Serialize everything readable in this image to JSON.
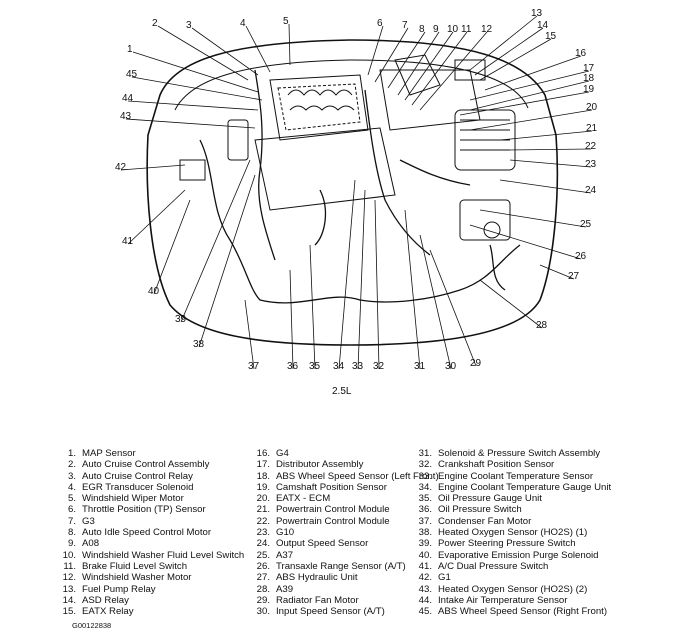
{
  "caption": "2.5L",
  "figure_id": "G00122838",
  "callouts": [
    "1",
    "2",
    "3",
    "4",
    "5",
    "6",
    "7",
    "8",
    "9",
    "10",
    "11",
    "12",
    "13",
    "14",
    "15",
    "16",
    "17",
    "18",
    "19",
    "20",
    "21",
    "22",
    "23",
    "24",
    "25",
    "26",
    "27",
    "28",
    "29",
    "30",
    "31",
    "32",
    "33",
    "34",
    "35",
    "36",
    "37",
    "38",
    "39",
    "40",
    "41",
    "42",
    "43",
    "44",
    "45"
  ],
  "legend": {
    "col1": [
      {
        "num": "1.",
        "label": "MAP Sensor"
      },
      {
        "num": "2.",
        "label": "Auto Cruise Control Assembly"
      },
      {
        "num": "3.",
        "label": "Auto Cruise Control Relay"
      },
      {
        "num": "4.",
        "label": "EGR Transducer Solenoid"
      },
      {
        "num": "5.",
        "label": "Windshield Wiper Motor"
      },
      {
        "num": "6.",
        "label": "Throttle Position (TP) Sensor"
      },
      {
        "num": "7.",
        "label": "G3"
      },
      {
        "num": "8.",
        "label": "Auto Idle Speed Control Motor"
      },
      {
        "num": "9.",
        "label": "A08"
      },
      {
        "num": "10.",
        "label": "Windshield Washer Fluid Level Switch"
      },
      {
        "num": "11.",
        "label": "Brake Fluid Level Switch"
      },
      {
        "num": "12.",
        "label": "Windshield Washer Motor"
      },
      {
        "num": "13.",
        "label": "Fuel Pump Relay"
      },
      {
        "num": "14.",
        "label": "ASD Relay"
      },
      {
        "num": "15.",
        "label": "EATX Relay"
      }
    ],
    "col2": [
      {
        "num": "16.",
        "label": "G4"
      },
      {
        "num": "17.",
        "label": "Distributor Assembly"
      },
      {
        "num": "18.",
        "label": "ABS Wheel Speed Sensor (Left Front)"
      },
      {
        "num": "19.",
        "label": "Camshaft Position Sensor"
      },
      {
        "num": "20.",
        "label": "EATX - ECM"
      },
      {
        "num": "21.",
        "label": "Powertrain Control Module"
      },
      {
        "num": "22.",
        "label": "Powertrain Control Module"
      },
      {
        "num": "23.",
        "label": "G10"
      },
      {
        "num": "24.",
        "label": "Output Speed Sensor"
      },
      {
        "num": "25.",
        "label": "A37"
      },
      {
        "num": "26.",
        "label": "Transaxle Range Sensor (A/T)"
      },
      {
        "num": "27.",
        "label": "ABS Hydraulic Unit"
      },
      {
        "num": "28.",
        "label": "A39"
      },
      {
        "num": "29.",
        "label": "Radiator Fan Motor"
      },
      {
        "num": "30.",
        "label": "Input Speed Sensor (A/T)"
      }
    ],
    "col3": [
      {
        "num": "31.",
        "label": "Solenoid & Pressure Switch Assembly"
      },
      {
        "num": "32.",
        "label": "Crankshaft Position Sensor"
      },
      {
        "num": "33.",
        "label": "Engine Coolant Temperature Sensor"
      },
      {
        "num": "34.",
        "label": "Engine Coolant Temperature Gauge Unit"
      },
      {
        "num": "35.",
        "label": "Oil Pressure Gauge Unit"
      },
      {
        "num": "36.",
        "label": "Oil Pressure Switch"
      },
      {
        "num": "37.",
        "label": "Condenser Fan Motor"
      },
      {
        "num": "38.",
        "label": "Heated Oxygen Sensor (HO2S) (1)"
      },
      {
        "num": "39.",
        "label": "Power Steering Pressure Switch"
      },
      {
        "num": "40.",
        "label": "Evaporative Emission Purge Solenoid"
      },
      {
        "num": "41.",
        "label": "A/C Dual Pressure Switch"
      },
      {
        "num": "42.",
        "label": "G1"
      },
      {
        "num": "43.",
        "label": "Heated Oxygen Sensor (HO2S) (2)"
      },
      {
        "num": "44.",
        "label": "Intake Air Temperature Sensor"
      },
      {
        "num": "45.",
        "label": "ABS Wheel Speed Sensor (Right Front)"
      }
    ]
  }
}
